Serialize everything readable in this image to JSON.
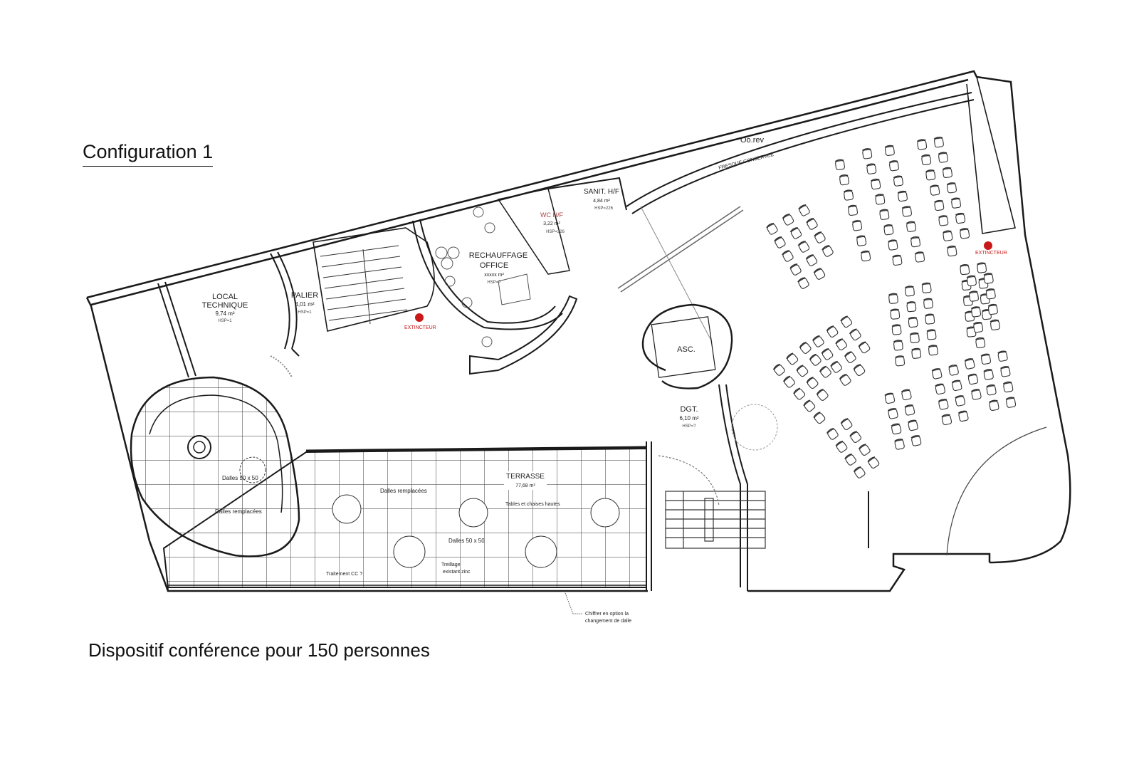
{
  "header": {
    "title": "Configuration 1"
  },
  "footer": {
    "caption": "Dispositif conférence pour 150 personnes"
  },
  "plan": {
    "rooms": [
      {
        "name": "LOCAL TECHNIQUE",
        "line1": "LOCAL",
        "line2": "TECHNIQUE",
        "area": "9,74 m²",
        "hsp": "HSP=1"
      },
      {
        "name": "PALIER",
        "area": "4,01 m²",
        "hsp": "HSP=1"
      },
      {
        "name": "RECHAUFFAGE OFFICE",
        "line1": "RECHAUFFAGE",
        "line2": "OFFICE",
        "area": "xxxxx m²",
        "hsp": "HSP=?"
      },
      {
        "name": "WC H/F",
        "area": "3,22 m²",
        "hsp": "HSP=226"
      },
      {
        "name": "SANIT. H/F",
        "area": "4,84 m²",
        "hsp": "HSP=226"
      },
      {
        "name": "ASC.",
        "area": "",
        "hsp": ""
      },
      {
        "name": "DGT.",
        "area": "6,10 m²",
        "hsp": "HSP=?"
      },
      {
        "name": "TERRASSE",
        "area": "77,68 m²",
        "hsp": ""
      }
    ],
    "annotations": {
      "fresque": "FRESQUE CONSERVEE",
      "oo_rev": "Oo.rev",
      "dalles_50": "Dalles 50 x 50",
      "dalles_remplacees_1": "Dalles remplacées",
      "dalles_remplacees_2": "Dalles remplacées",
      "dalles_50_2": "Dalles 50 x 50",
      "tables": "Tables et chaises hautes",
      "treillage": "Treillage",
      "treillage_2": "existant zinc",
      "traitement": "Traitement CC ?",
      "chiffrer_1": "Chiffrer en option la",
      "chiffrer_2": "changement de dalle"
    },
    "extinguishers": [
      {
        "label": "EXTINCTEUR"
      },
      {
        "label": "EXTINCTEUR"
      }
    ],
    "colors": {
      "line": "#1a1a1a",
      "extinguisher": "#c81818",
      "grid": "#555555"
    },
    "capacity": 150
  }
}
